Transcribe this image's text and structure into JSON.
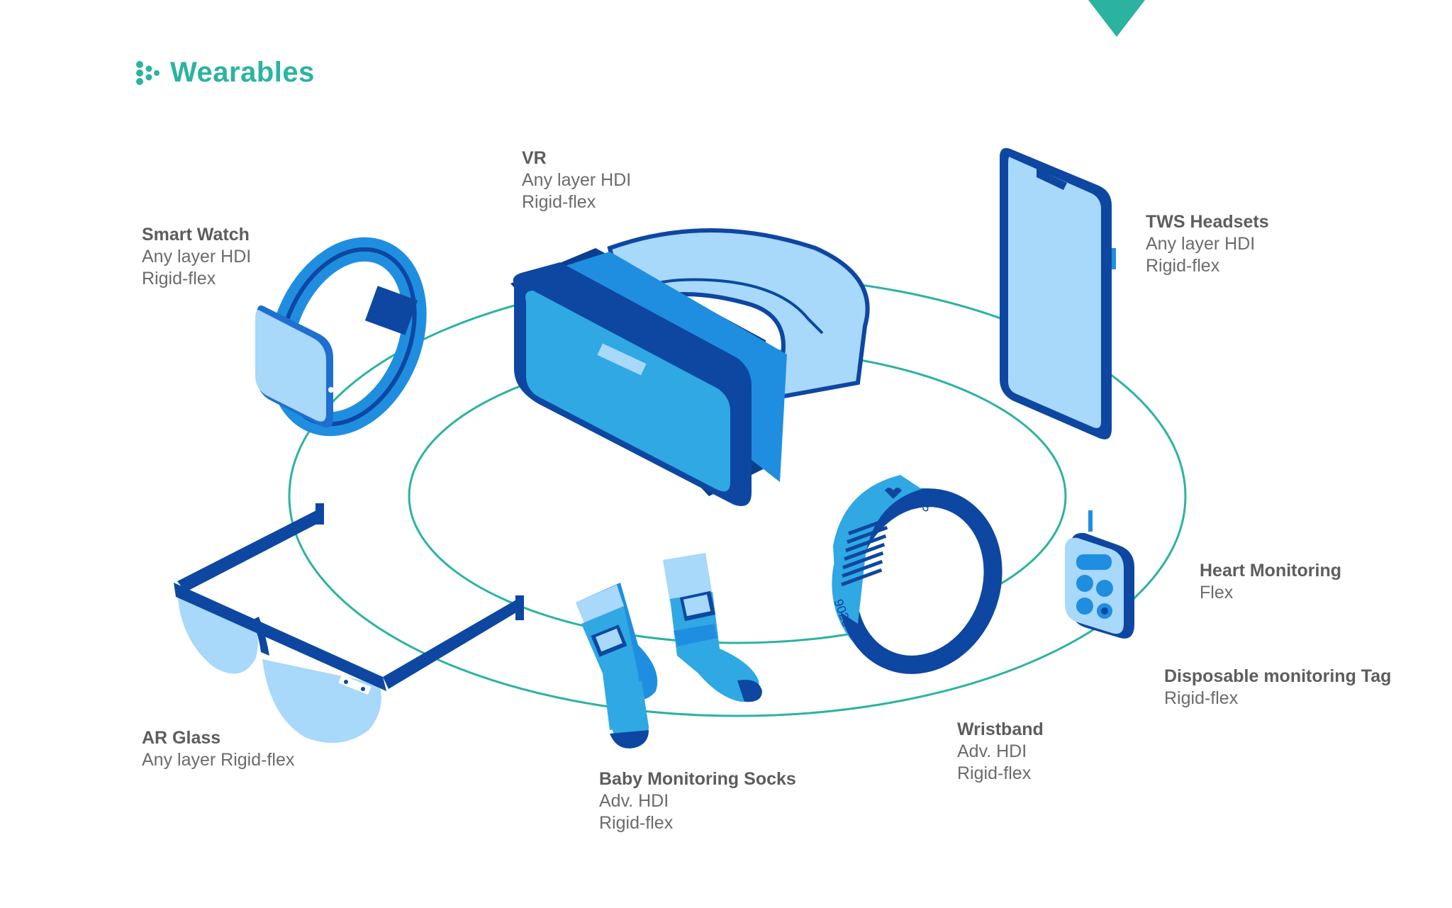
{
  "title": "Wearables",
  "colors": {
    "accent": "#2bb3a0",
    "dark_blue": "#0d47a1",
    "mid_blue": "#1f8ee0",
    "light_blue": "#a8d8fa",
    "pale_blue": "#c9e8fd",
    "label_text": "#6b6b6b"
  },
  "labels": {
    "smart_watch": {
      "name": "Smart Watch",
      "lines": [
        "Any layer HDI",
        "Rigid-flex"
      ]
    },
    "vr": {
      "name": "VR",
      "lines": [
        "Any layer HDI",
        "Rigid-flex"
      ]
    },
    "tws": {
      "name": "TWS Headsets",
      "lines": [
        "Any layer HDI",
        "Rigid-flex"
      ]
    },
    "heart": {
      "name": "Heart Monitoring",
      "lines": [
        "Flex"
      ]
    },
    "tag": {
      "name": "Disposable monitoring Tag",
      "lines": [
        "Rigid-flex"
      ]
    },
    "wristband": {
      "name": "Wristband",
      "lines": [
        "Adv. HDI",
        "Rigid-flex"
      ]
    },
    "socks": {
      "name": "Baby Monitoring Socks",
      "lines": [
        "Adv. HDI",
        "Rigid-flex"
      ]
    },
    "ar": {
      "name": "AR Glass",
      "lines": [
        "Any layer Rigid-flex"
      ]
    }
  },
  "device_text": {
    "wristband_top": "103",
    "wristband_bottom": "9020"
  },
  "icons": [
    "wearables-dots-icon",
    "teal-triangle-marker"
  ]
}
